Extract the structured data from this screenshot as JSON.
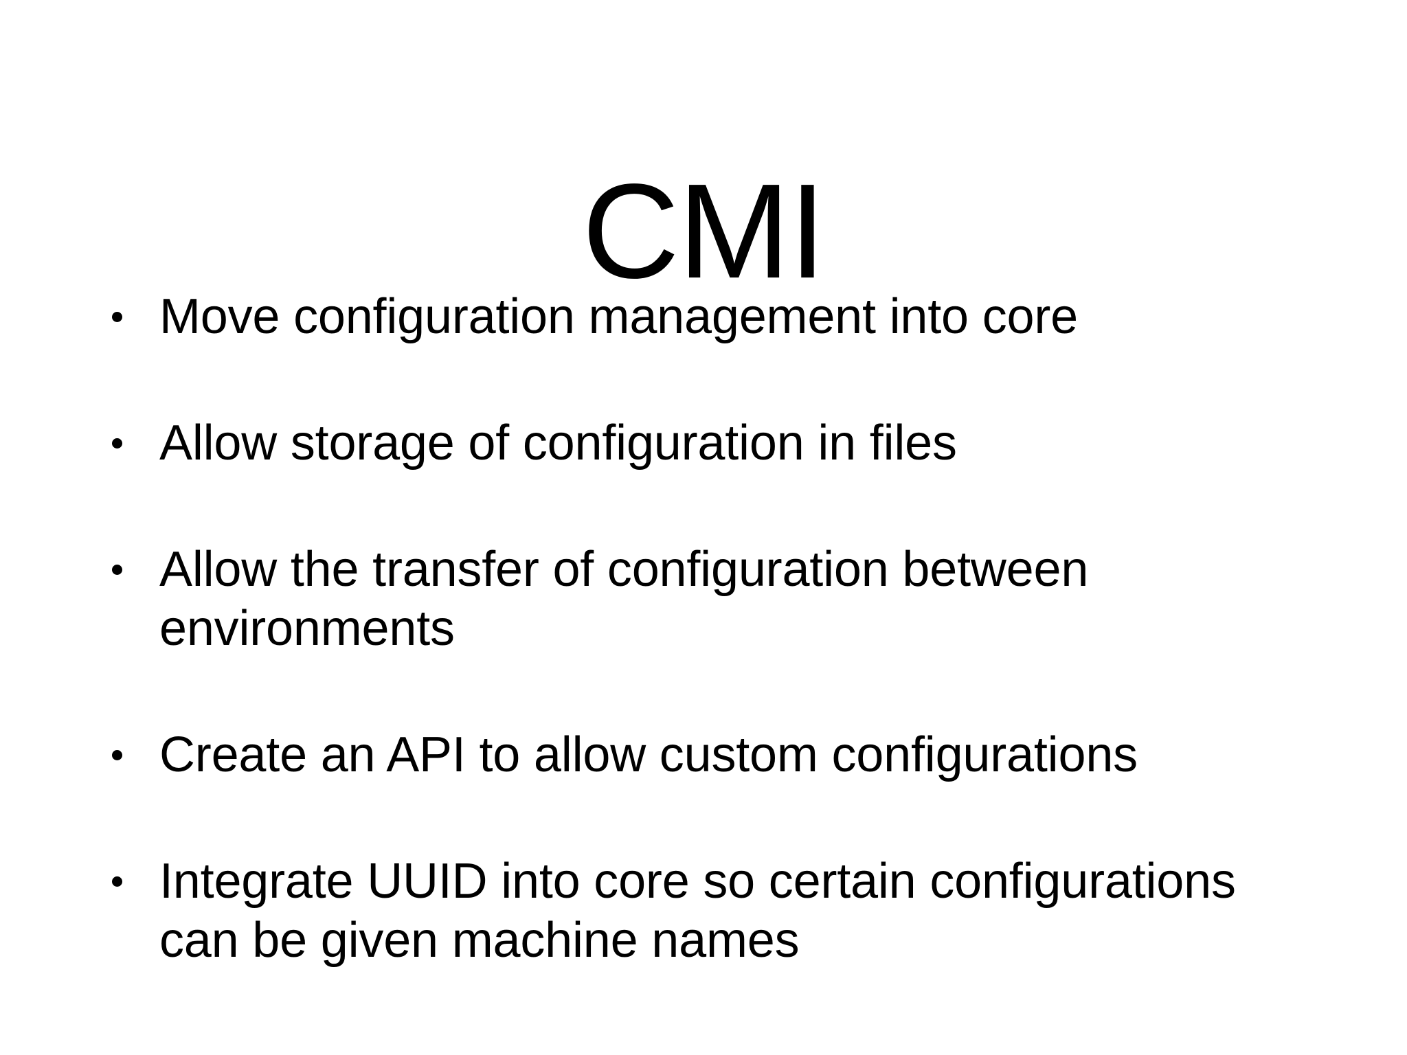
{
  "slide": {
    "title": "CMI",
    "background_color": "#ffffff",
    "text_color": "#000000",
    "bullet_marker": "bullet-dot",
    "bullets": [
      {
        "text": "Move configuration management into core"
      },
      {
        "text": "Allow storage of configuration in files"
      },
      {
        "text": "Allow the transfer of configuration between environments"
      },
      {
        "text": "Create an API to allow custom configurations"
      },
      {
        "text": "Integrate UUID into core so certain configurations can be given machine names"
      }
    ]
  }
}
